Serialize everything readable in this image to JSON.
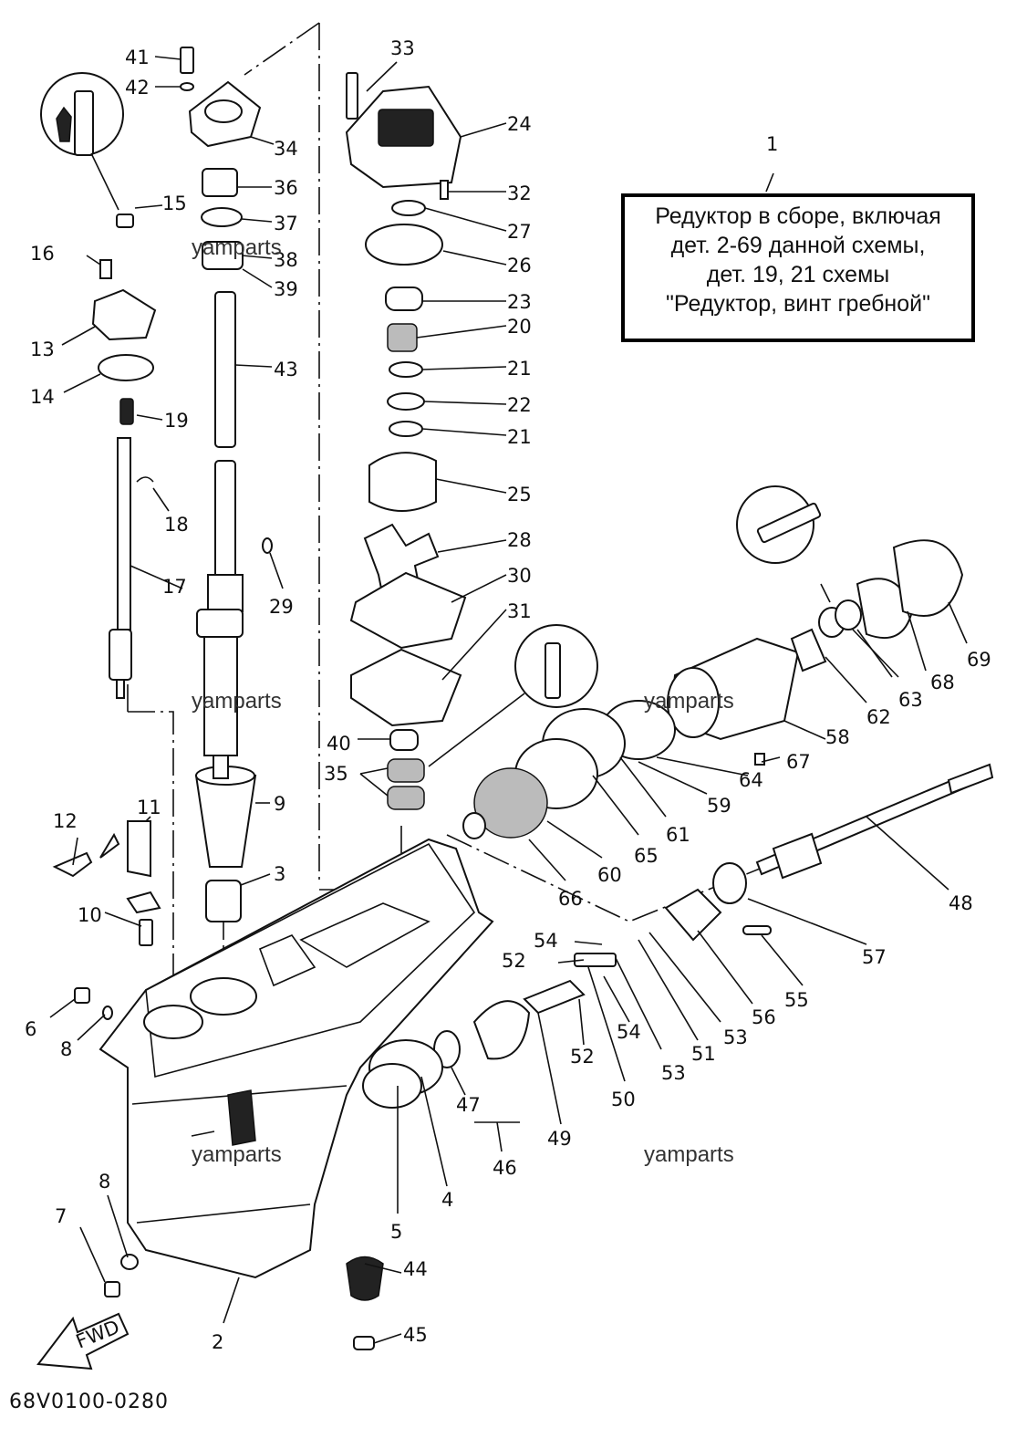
{
  "diagram": {
    "callout_lines": [
      "Редуктор в сборе, включая",
      "дет. 2-69 данной схемы,",
      "дет. 19, 21 схемы",
      "\"Редуктор, винт гребной\""
    ],
    "watermark": "yamparts",
    "drawing_code": "68V0100-0280",
    "fwd_label": "FWD",
    "part_numbers": {
      "p1": "1",
      "p2": "2",
      "p3": "3",
      "p4": "4",
      "p5": "5",
      "p6": "6",
      "p7": "7",
      "p8a": "8",
      "p8b": "8",
      "p9": "9",
      "p10": "10",
      "p11": "11",
      "p12": "12",
      "p13": "13",
      "p14": "14",
      "p15": "15",
      "p16": "16",
      "p17": "17",
      "p18": "18",
      "p19": "19",
      "p20": "20",
      "p21a": "21",
      "p21b": "21",
      "p22": "22",
      "p23": "23",
      "p24": "24",
      "p25": "25",
      "p26": "26",
      "p27": "27",
      "p28": "28",
      "p29": "29",
      "p30": "30",
      "p31": "31",
      "p32": "32",
      "p33": "33",
      "p34": "34",
      "p35": "35",
      "p36": "36",
      "p37": "37",
      "p38": "38",
      "p39": "39",
      "p40": "40",
      "p41": "41",
      "p42": "42",
      "p43": "43",
      "p44": "44",
      "p45": "45",
      "p46": "46",
      "p47": "47",
      "p48": "48",
      "p49": "49",
      "p50": "50",
      "p51": "51",
      "p52a": "52",
      "p52b": "52",
      "p53a": "53",
      "p53b": "53",
      "p54a": "54",
      "p54b": "54",
      "p55": "55",
      "p56": "56",
      "p57": "57",
      "p58": "58",
      "p59": "59",
      "p60": "60",
      "p61": "61",
      "p62": "62",
      "p63": "63",
      "p64": "64",
      "p65": "65",
      "p66": "66",
      "p67": "67",
      "p68": "68",
      "p69": "69"
    }
  }
}
